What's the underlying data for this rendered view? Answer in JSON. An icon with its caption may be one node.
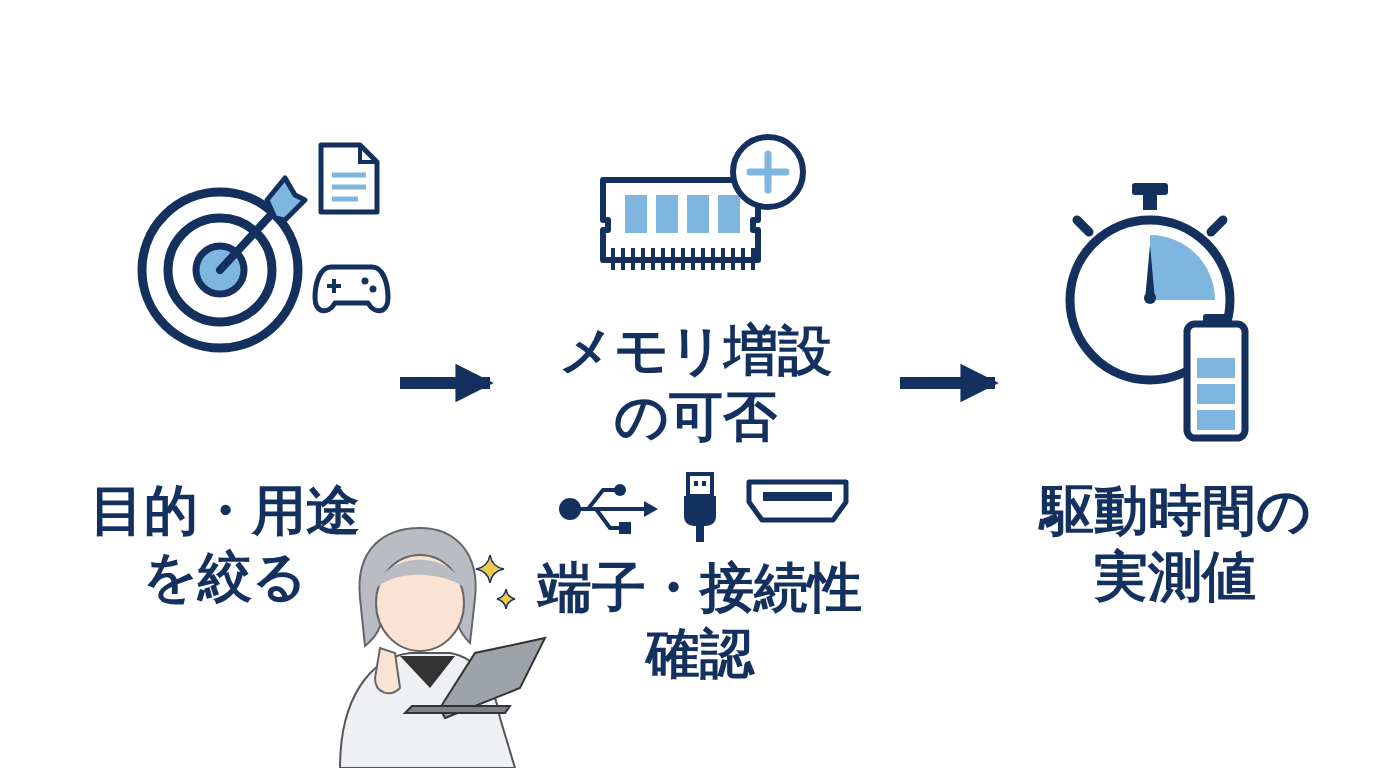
{
  "diagram": {
    "nodes": [
      {
        "text": [
          "目的・用途を絞る"
        ]
      },
      {
        "text": [
          "メモリ増設の可否",
          "端子・接続性確認"
        ]
      },
      {
        "text": [
          "駆動時間の実測値"
        ]
      }
    ],
    "edges": [
      {
        "from": 0,
        "to": 1,
        "arrow": "to"
      },
      {
        "from": 1,
        "to": 2,
        "arrow": "to"
      }
    ]
  }
}
